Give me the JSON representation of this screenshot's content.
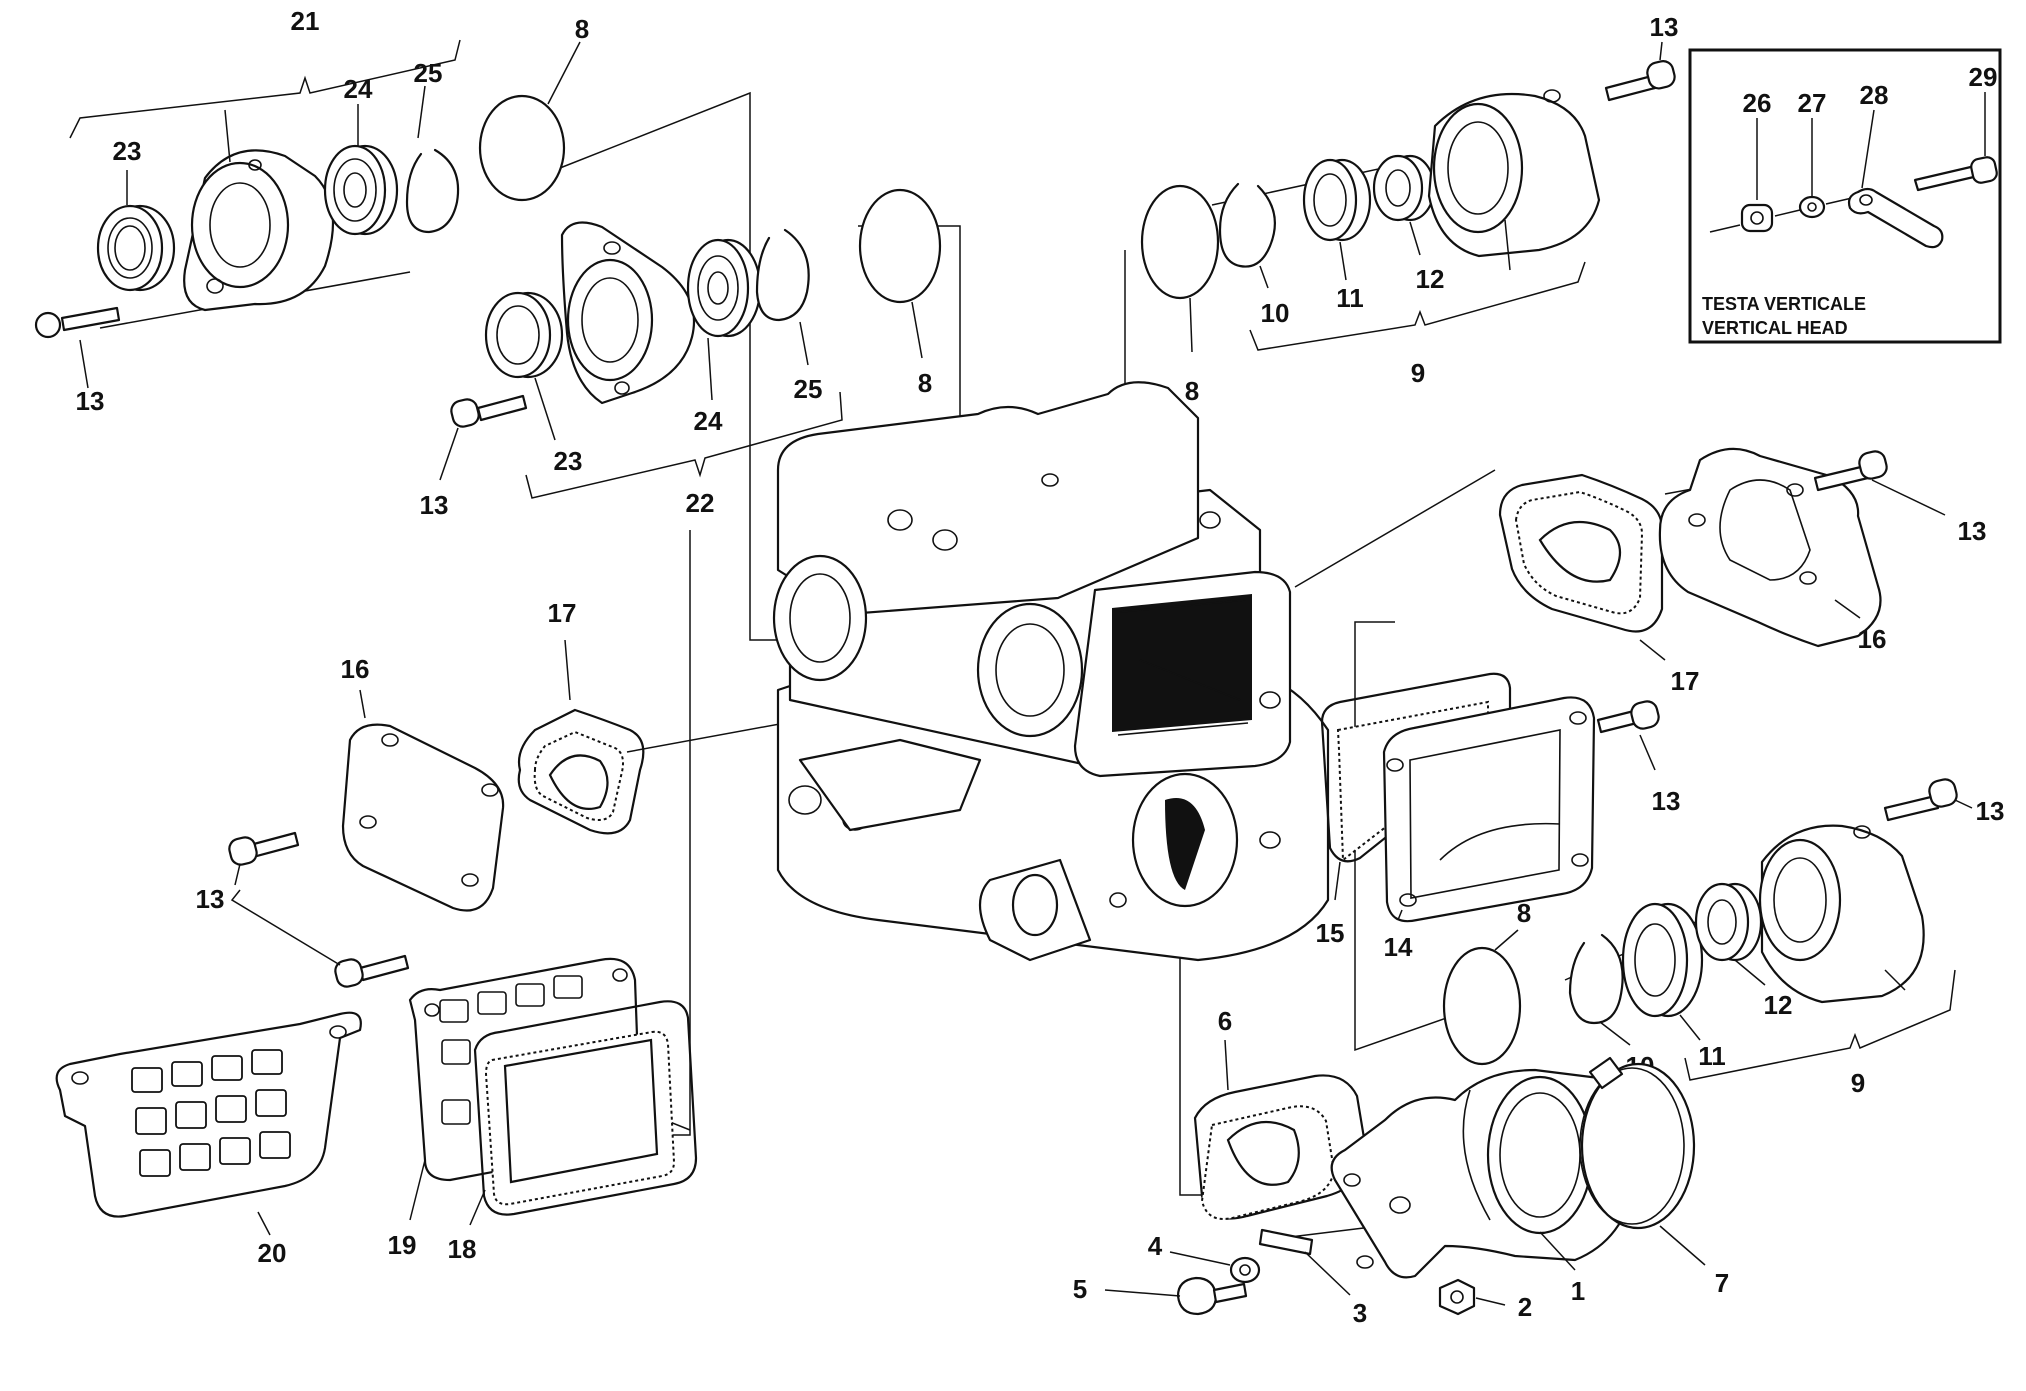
{
  "inset": {
    "line1": "TESTA VERTICALE",
    "line2": "VERTICAL HEAD",
    "labels": {
      "c26": "26",
      "c27": "27",
      "c28": "28",
      "c29": "29"
    }
  },
  "callouts": {
    "c21": "21",
    "c8a": "8",
    "c24a": "24",
    "c25a": "25",
    "c23a": "23",
    "c13a": "13",
    "c23b": "23",
    "c13b": "13",
    "c22": "22",
    "c24b": "24",
    "c25b": "25",
    "c8b": "8",
    "c13c": "13",
    "c8c": "8",
    "c10a": "10",
    "c11a": "11",
    "c12a": "12",
    "c9a": "9",
    "c13d": "13",
    "c17a": "17",
    "c16a": "16",
    "c17b": "17",
    "c16b": "16",
    "c13e": "13",
    "c13f": "13",
    "c15": "15",
    "c14": "14",
    "c13g": "13",
    "c8d": "8",
    "c10b": "10",
    "c11b": "11",
    "c12b": "12",
    "c9b": "9",
    "c6": "6",
    "c4": "4",
    "c5": "5",
    "c3": "3",
    "c2": "2",
    "c1": "1",
    "c7": "7",
    "c20": "20",
    "c19": "19",
    "c18": "18"
  }
}
